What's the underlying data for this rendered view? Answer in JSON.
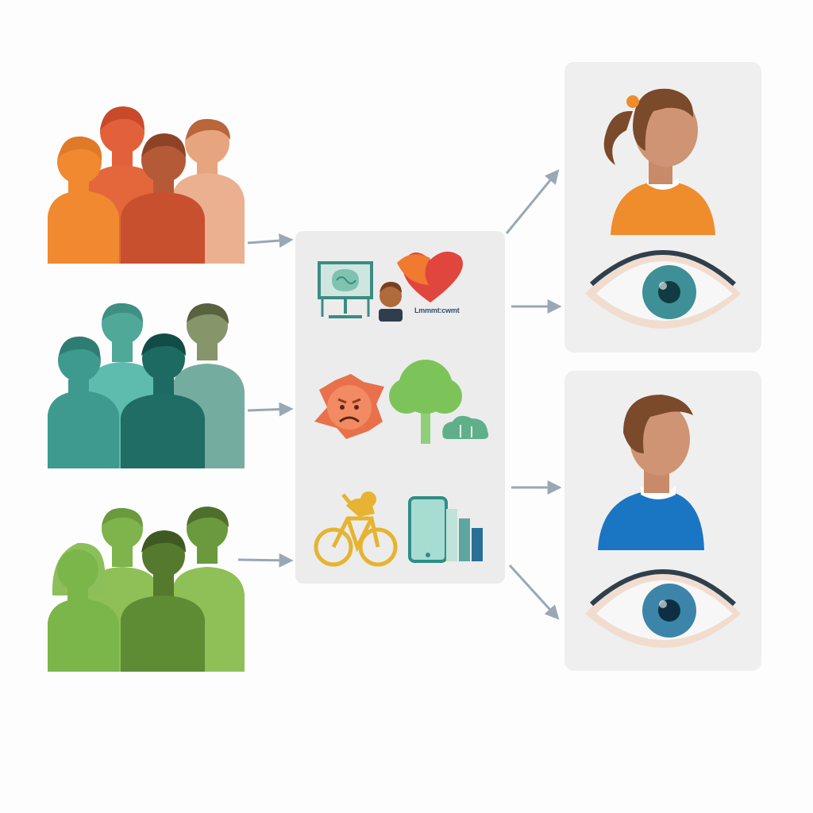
{
  "diagram": {
    "groups": [
      {
        "name": "orange-group",
        "colors": [
          "#f0892f",
          "#e4603a",
          "#c9502f",
          "#e7a57f"
        ]
      },
      {
        "name": "teal-group",
        "colors": [
          "#3e9a8f",
          "#5dbcad",
          "#1f6d64",
          "#7f9a66"
        ]
      },
      {
        "name": "green-group",
        "colors": [
          "#7bb64a",
          "#8fc057",
          "#5d8c35",
          "#6e9a3e"
        ]
      }
    ],
    "factors_panel": {
      "icons": [
        "brain-monitor-icon",
        "person-icon",
        "heart-icon",
        "angry-face-icon",
        "tree-icon",
        "small-tree-icon",
        "bicycle-icon",
        "phone-icon",
        "bar-chart-icon"
      ],
      "caption": "Lmmmt:cwmt"
    },
    "outcome_cards": [
      {
        "person": "female-profile-icon",
        "eye": "eye-icon",
        "shirt_color": "#ef8c2c",
        "iris_color": "#3f8f97"
      },
      {
        "person": "male-profile-icon",
        "eye": "eye-icon",
        "shirt_color": "#1a76c2",
        "iris_color": "#3c85a8"
      }
    ],
    "arrow_color": "#9aa7b5"
  }
}
